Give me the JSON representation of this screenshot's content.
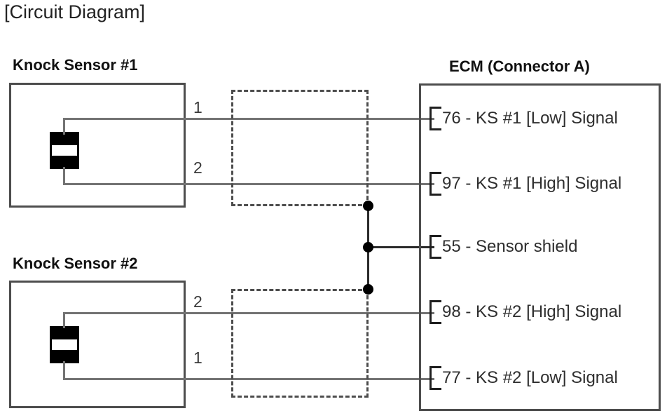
{
  "diagram": {
    "title": "[Circuit Diagram]",
    "type": "automotive-wiring-schematic"
  },
  "sensors": [
    {
      "id": "knock-sensor-1",
      "label": "Knock Sensor #1",
      "symbol": "piezo-element",
      "pins": [
        {
          "number": "1",
          "signal_to": "76 - KS #1 [Low] Signal"
        },
        {
          "number": "2",
          "signal_to": "97 - KS #1 [High] Signal"
        }
      ]
    },
    {
      "id": "knock-sensor-2",
      "label": "Knock Sensor #2",
      "symbol": "piezo-element",
      "pins": [
        {
          "number": "2",
          "signal_to": "98 - KS #2 [High] Signal"
        },
        {
          "number": "1",
          "signal_to": "77 - KS #2 [Low] Signal"
        }
      ]
    }
  ],
  "ecm": {
    "label": "ECM (Connector A)",
    "pins": [
      {
        "number": "76",
        "separator": " - ",
        "description": "KS #1 [Low] Signal",
        "text": "76 - KS #1 [Low] Signal"
      },
      {
        "number": "97",
        "separator": " - ",
        "description": "KS #1 [High] Signal",
        "text": "97 - KS #1 [High] Signal"
      },
      {
        "number": "55",
        "separator": " - ",
        "description": "Sensor shield",
        "text": "55 - Sensor shield"
      },
      {
        "number": "98",
        "separator": " - ",
        "description": "KS #2 [High] Signal",
        "text": "98 - KS #2 [High] Signal"
      },
      {
        "number": "77",
        "separator": " - ",
        "description": "KS #2 [Low] Signal",
        "text": "77 - KS #2 [Low] Signal"
      }
    ]
  },
  "shield": {
    "name": "sensor-shield-harness",
    "style": "dashed-rectangle",
    "junction_count": 3
  },
  "colors": {
    "wire": "#737373",
    "shield_wire": "#2b2b2b",
    "box_border": "#4d4d4d",
    "junction": "#000000",
    "text": "#2e2e2e",
    "background": "#ffffff"
  }
}
